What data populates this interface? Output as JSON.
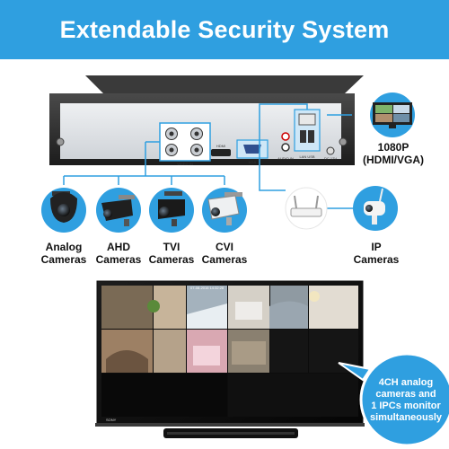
{
  "banner": {
    "title": "Extendable Security System",
    "color": "#2f9fe0"
  },
  "dvr": {
    "ports": {
      "video_in": "VIDEO IN",
      "hdmi": "HDMI",
      "vga": "VGA",
      "audio": "AUDIO IN",
      "lan": "LAN USB",
      "dc": "DC 12V"
    }
  },
  "cameras": [
    {
      "line1": "Analog",
      "line2": "Cameras",
      "icon": "dome-camera-icon"
    },
    {
      "line1": "AHD",
      "line2": "Cameras",
      "icon": "bullet-camera-icon"
    },
    {
      "line1": "TVI",
      "line2": "Cameras",
      "icon": "bullet-camera-icon"
    },
    {
      "line1": "CVI",
      "line2": "Cameras",
      "icon": "cylinder-camera-icon"
    }
  ],
  "monitor_label": {
    "line1": "1080P",
    "line2": "(HDMI/VGA)"
  },
  "ip_label": {
    "line1": "IP",
    "line2": "Cameras"
  },
  "tv": {
    "brand": "SONY",
    "timestamp": "07-08-2016 14:32:28",
    "callout": {
      "line1": "4CH analog",
      "line2": "cameras and",
      "line3": "1 IPCs monitor",
      "line4": "simultaneously"
    }
  },
  "colors": {
    "accent": "#2f9fe0",
    "circle": "#2f9fe0",
    "dvr_body": "#2b2b2b",
    "dvr_panel": "#e4e6e9"
  }
}
